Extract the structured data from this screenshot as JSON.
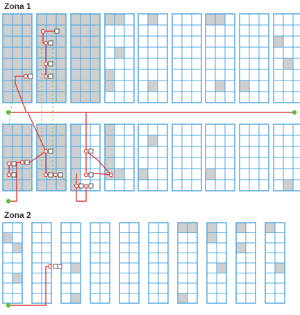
{
  "zones": [
    {
      "id": "zona-1",
      "title": "Zona 1"
    },
    {
      "id": "zona-2",
      "title": "Zona 2"
    }
  ],
  "colors": {
    "shelf_border": "#4aa3df",
    "cell_filled": "#cfcfcf",
    "route": "#e03a3a",
    "route_dashed": "#7dbf5a",
    "endpoint": "#5cbf3a",
    "marker_fill": "#ffffff",
    "title_text": "#2e2e2e"
  },
  "icons": {
    "pick_stop": "circle-marker-icon",
    "pick_label": "square-tag-icon",
    "route_end": "green-dot-icon"
  }
}
